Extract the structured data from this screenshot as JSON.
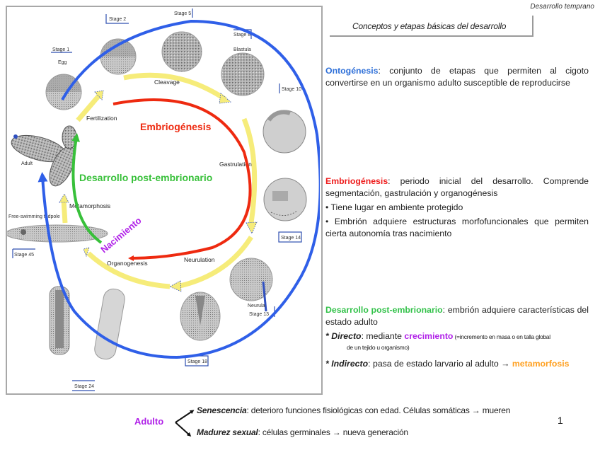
{
  "header": {
    "topic": "Desarrollo temprano",
    "title": "Conceptos y etapas básicas del desarrollo"
  },
  "ontogenesis": {
    "term": "Ontogénesis",
    "definition": ": conjunto de etapas que permiten al cigoto convertirse en un organismo adulto susceptible de reproducirse"
  },
  "embriogenesis": {
    "term": "Embriogénesis",
    "definition": ": periodo inicial del desarrollo. Comprende segmentación, gastrulación y organogénesis",
    "bullets": [
      "• Tiene lugar en ambiente protegido",
      "• Embrión adquiere estructuras morfofuncionales que permiten cierta autonomía tras nacimiento"
    ]
  },
  "postembrionario": {
    "term": "Desarrollo post-embrionario",
    "definition": ": embrión adquiere características del estado adulto",
    "directo": {
      "label": "* Directo",
      "colon": ":  mediante ",
      "keyword": "crecimiento",
      "note": " (=incremento en masa o en talla global",
      "note_cont": "de un tejido u organismo)"
    },
    "indirecto": {
      "label": "* Indirecto",
      "text": ": pasa de estado larvario al adulto → ",
      "keyword": "metamorfosis"
    }
  },
  "adult": {
    "label": "Adulto",
    "senescence": {
      "term": "Senescencia",
      "text": ": deterioro funciones fisiológicas con edad. Células somáticas → mueren"
    },
    "madurez": {
      "term": "Madurez sexual",
      "text": ": células germinales → nueva generación"
    }
  },
  "page_number": "1",
  "figure": {
    "cycle_labels": {
      "embriogenesis": "Embriogénesis",
      "post_embrionario": "Desarrollo post-embrionario",
      "nacimiento": "Nacimiento"
    },
    "process_labels": {
      "fertilization": "Fertilization",
      "cleavage": "Cleavage",
      "gastrulation": "Gastrulation",
      "neurulation": "Neurulation",
      "organogenesis": "Organogenesis",
      "metamorphosis": "Metamorphosis"
    },
    "stage_labels": {
      "egg": "Egg",
      "egg_tag": "Stage 1",
      "stage2": "Stage 2",
      "stage5": "Stage 5",
      "stage8": "Stage 8",
      "blastula": "Blastula",
      "stage10": "Stage 10",
      "stage13": "Stage 13",
      "stage14": "Stage 14",
      "stage18": "Stage 18",
      "stage24": "Stage 24",
      "stage45": "Stage 45",
      "adult": "Adult",
      "tadpole": "Free-swimming tadpole",
      "neurula": "Neurula"
    },
    "colors": {
      "ontogenesis_arc": "#2f5fe8",
      "embriogenesis_arc": "#ee2a10",
      "post_arc": "#38c03a",
      "process_arrow": "#f6ec7a",
      "nacimiento": "#b020e8"
    }
  }
}
